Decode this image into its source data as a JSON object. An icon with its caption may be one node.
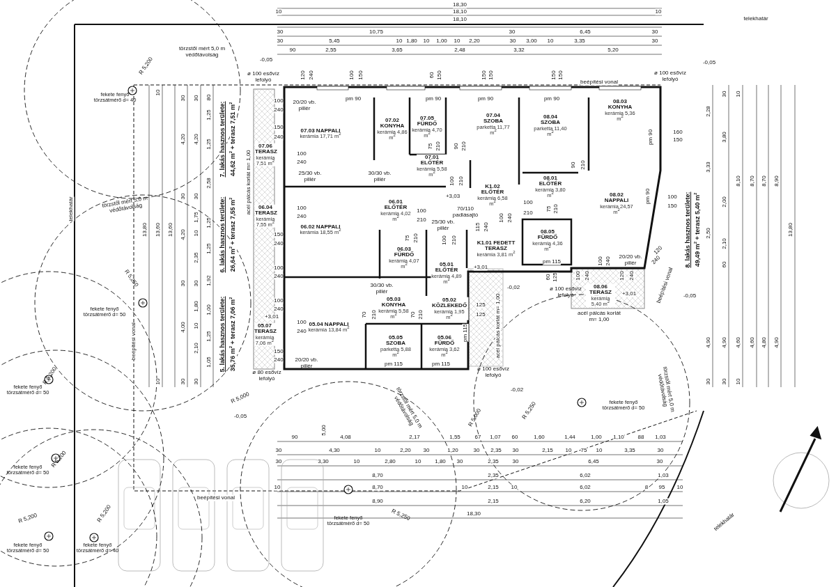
{
  "diagram": {
    "nodes": [
      {
        "text": [
          "07.06 TERASZ",
          "kerámia 7,51 m$^{2}$"
        ]
      },
      {
        "text": [
          "07.03 NAPPALI",
          "kerámia 17,71 m$^{2}$"
        ]
      },
      {
        "text": [
          "07.02 KONYHA",
          "kerámia 4,86 m$^{2}$"
        ]
      },
      {
        "text": [
          "07.05 FÜRDŐ",
          "kerámia 4,70 m$^{2}$"
        ]
      },
      {
        "text": [
          "07.04 SZOBA",
          "parketta 11,77 m$^{2}$"
        ]
      },
      {
        "text": [
          "07.01 ELŐTÉR",
          "kerámia 5,58 m$^{2}$"
        ]
      },
      {
        "text": [
          "08.04 SZOBA",
          "parketta 11,40 m$^{2}$"
        ]
      },
      {
        "text": [
          "08.03 KONYHA",
          "kerámia 5,36 m$^{2}$"
        ]
      },
      {
        "text": [
          "08.01 ELŐTÉR",
          "kerámia 3,80 m$^{2}$"
        ]
      },
      {
        "text": [
          "K1.02 ELŐTÉR",
          "kerámia 6,58 m$^{2}$"
        ]
      },
      {
        "text": [
          "08.02 NAPPALI",
          "kerámia 24,57 m$^{2}$"
        ]
      },
      {
        "text": [
          "06.04 TERASZ",
          "kerámia 7,55 m$^{2}$"
        ]
      },
      {
        "text": [
          "06.02 NAPPALI",
          "kerámia 18,55 m$^{2}$"
        ]
      },
      {
        "text": [
          "06.01 ELŐTÉR",
          "kerámia 4,02 m$^{2}$"
        ]
      },
      {
        "text": [
          "06.03 FÜRDŐ",
          "kerámia 4,07 m$^{2}$"
        ]
      },
      {
        "text": [
          "K1.01 FEDETT TERASZ",
          "kerámia 3,81 m$^{2}$"
        ]
      },
      {
        "text": [
          "08.05 FÜRDŐ",
          "kerámia 4,36 m$^{2}$"
        ]
      },
      {
        "text": [
          "05.01 ELŐTÉR",
          "kerámia 4,89 m$^{2}$"
        ]
      },
      {
        "text": [
          "05.07 TERASZ",
          "kerámia 7,06 m$^{2}$"
        ]
      },
      {
        "text": [
          "05.04 NAPPALI",
          "kerámia 13,84 m$^{2}$"
        ]
      },
      {
        "text": [
          "05.03 KONYHA",
          "kerámia 5,58 m$^{2}$"
        ]
      },
      {
        "text": [
          "05.02 KÖZLEKEDŐ",
          "kerámia 1,95 m$^{2}$"
        ]
      },
      {
        "text": [
          "05.05 SZOBA",
          "parketta 5,88 m$^{2}$"
        ]
      },
      {
        "text": [
          "05.06 FÜRDŐ",
          "kerámia 3,62 m$^{2}$"
        ]
      },
      {
        "text": [
          "08.06 TERASZ",
          "kerámia 5,40 m$^{2}$"
        ]
      }
    ],
    "labels": [
      "18,30",
      "10",
      "18,10",
      "10",
      "18,10",
      "telekhatár",
      "30",
      "10,75",
      "30",
      "6,45",
      "30",
      "30",
      "5,45",
      "10",
      "1,80",
      "10",
      "1,00",
      "10",
      "2,20",
      "30",
      "3,00",
      "10",
      "3,35",
      "30",
      "90",
      "2,55",
      "3,65",
      "2,48",
      "3,32",
      "5,20",
      "-0,05",
      "-0,05",
      "ø 100 esővíz lefolyó",
      "120",
      "240",
      "100",
      "150",
      "60",
      "150",
      "150",
      "150",
      "150",
      "150",
      "beépítési vonal",
      "ø 100 esővíz lefolyó",
      "pm 90",
      "pm 90",
      "pm 90",
      "pm 90",
      "pm 90",
      "pm 90",
      "160",
      "150",
      "100",
      "150",
      "100",
      "240",
      "150",
      "240",
      "150",
      "240",
      "100",
      "240",
      "100",
      "240",
      "150",
      "240",
      "100",
      "240",
      "100",
      "240",
      "100",
      "240",
      "20/20 vb. pillér",
      "25/30 vb. pillér",
      "30/30 vb. pillér",
      "25/30 vb. pillér",
      "30/30 vb. pillér",
      "20/20 vb. pillér",
      "20/20 vb. pillér",
      "75",
      "210",
      "90",
      "210",
      "100",
      "210",
      "90",
      "210",
      "100",
      "210",
      "75",
      "210",
      "100",
      "240",
      "115",
      "240",
      "100",
      "210",
      "75",
      "210",
      "100",
      "210",
      "70",
      "210",
      "70",
      "210",
      "pm 115",
      "125",
      "125",
      "pm 115",
      "pm 115",
      "pm 115",
      "60",
      "125",
      "100",
      "240",
      "100",
      "240",
      "120",
      "240",
      "120",
      "240",
      "+3,03",
      "+3,01",
      "+3,01",
      "+3,01",
      "-0,02",
      "-0,02",
      "-0,05",
      "-0,05",
      "ø 100 esővíz lefolyó",
      "ø 80 esővíz lefolyó",
      "ø 100 esővíz lefolyó",
      "beépítési vonal",
      "beépítési vonal",
      "beépítési vonal",
      "telekhatár",
      "telekhatár",
      "acél pálcás korlát m= 1,00",
      "acél pálcás korlát m= 1,00",
      "acél pálcás korlát m= 1,00",
      "70/110 padlásajtó",
      "13,80",
      "10",
      "13,60",
      "10",
      "13,60",
      "30",
      "4,20",
      "30",
      "4,20",
      "30",
      "4,00",
      "30",
      "30",
      "4,20",
      "30",
      "1,75",
      "10",
      "2,35",
      "30",
      "1,80",
      "10",
      "2,10",
      "30",
      "80",
      "1,25",
      "1,25",
      "2,58",
      "1,25",
      "1,25",
      "1,92",
      "1,00",
      "1,25",
      "1,05",
      "7. lakás hasznos területe:",
      "44,62 m$^{2}$ + terasz 7,51 m$^{2}$",
      "6. lakás hasznos területe:",
      "26,64 m$^{2}$ + terasz 7,55 m$^{2}$",
      "5. lakás hasznos területe:",
      "35,76 m$^{2}$ + terasz 7,06 m$^{2}$",
      "8. lakás hasznos területe:",
      "49,49 m$^{2}$ + terasz 5,40 m$^{2}$",
      "2,28",
      "3,33",
      "2,50",
      "4,90",
      "30",
      "30",
      "3,80",
      "2,00",
      "2,10",
      "60",
      "4,90",
      "30",
      "10",
      "8,10",
      "4,60",
      "10",
      "8,70",
      "4,60",
      "8,70",
      "4,80",
      "8,90",
      "4,90",
      "13,80",
      "90",
      "4,08",
      "2,17",
      "1,55",
      "67",
      "1,07",
      "60",
      "1,60",
      "1,44",
      "1,00",
      "1,10",
      "88",
      "1,03",
      "30",
      "4,30",
      "10",
      "2,20",
      "30",
      "1,20",
      "30",
      "2,35",
      "30",
      "2,15",
      "10",
      "75",
      "10",
      "3,35",
      "30",
      "30",
      "3,30",
      "10",
      "2,80",
      "10",
      "1,80",
      "30",
      "2,35",
      "30",
      "6,45",
      "30",
      "8,70",
      "2,35",
      "6,02",
      "1,03",
      "10",
      "8,70",
      "10",
      "2,15",
      "10",
      "6,02",
      "8",
      "95",
      "10",
      "8,90",
      "2,15",
      "6,20",
      "1,05",
      "18,30",
      "5,00",
      "fekete fenyő törzsátmérő d= 40",
      "fekete fenyő törzsátmérő d= 50",
      "fekete fenyő törzsátmérő d= 50",
      "fekete fenyő törzsátmérő d= 50",
      "fekete fenyő törzsátmérő d= 50",
      "fekete fenyő törzsátmérő d= 40",
      "fekete fenyő törzsátmérő d= 50",
      "fekete fenyő törzsátmérő d= 50",
      "R 5,200",
      "R 5,250",
      "R 5,200",
      "R 5,200",
      "R 5,200",
      "R 5,200",
      "R 5,000",
      "R 5,000",
      "R 5,250",
      "R 5,250",
      "törzstől mért 5,0 m védőtávolság",
      "törzstől mért 5,0 m védőtávolság",
      "törzstől mért 5,0 m védőtávolság",
      "törzstől mért 5,0 m védőtávolság"
    ]
  }
}
